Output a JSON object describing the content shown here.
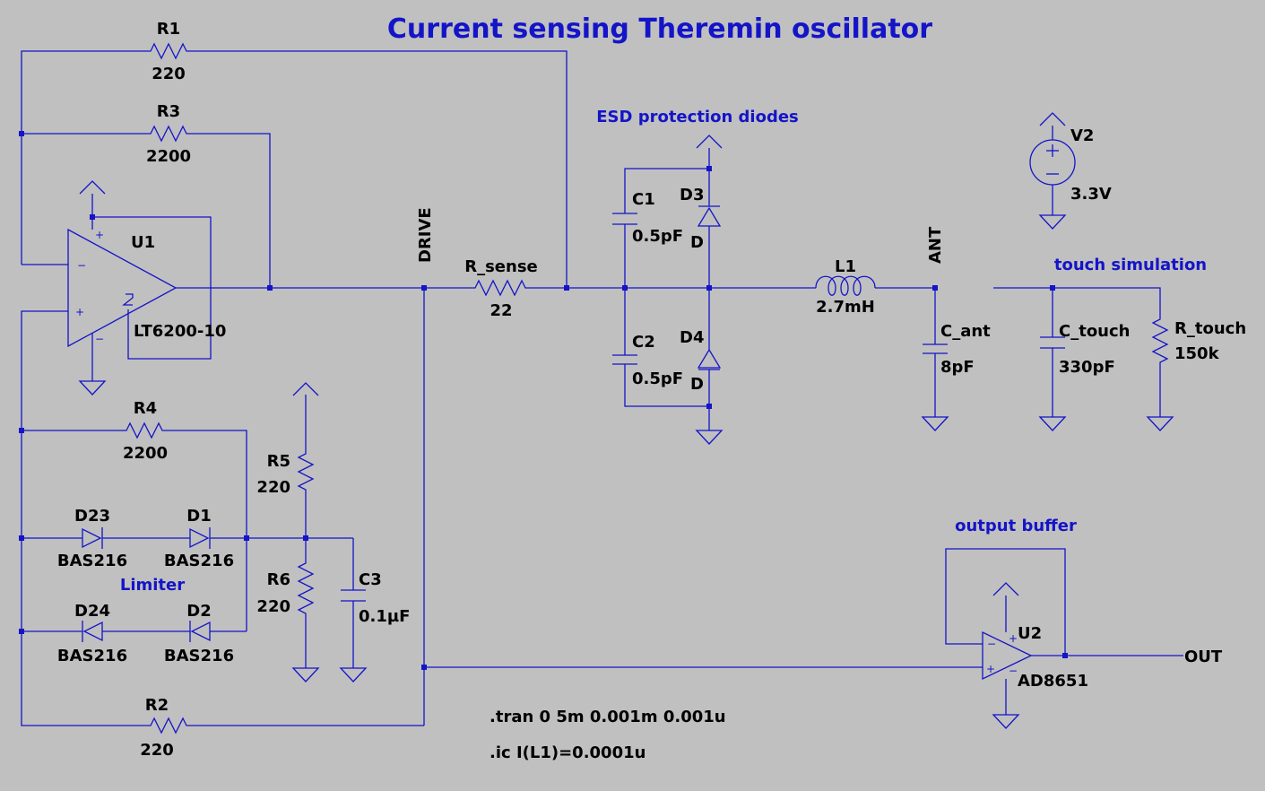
{
  "title": "Current sensing Theremin oscillator",
  "colors": {
    "background": "#c0c0c0",
    "wire": "#1414c8",
    "comment": "#1414c8",
    "label": "#000000"
  },
  "comments": {
    "esd": "ESD protection diodes",
    "touch": "touch simulation",
    "limiter": "Limiter",
    "buffer": "output buffer"
  },
  "directives": {
    "tran": ".tran 0 5m 0.001m 0.001u",
    "ic": ".ic I(L1)=0.0001u"
  },
  "nets": {
    "drive": "DRIVE",
    "ant": "ANT",
    "out": "OUT"
  },
  "components": {
    "R1": {
      "name": "R1",
      "value": "220"
    },
    "R3": {
      "name": "R3",
      "value": "2200"
    },
    "R4": {
      "name": "R4",
      "value": "2200"
    },
    "R2": {
      "name": "R2",
      "value": "220"
    },
    "R5": {
      "name": "R5",
      "value": "220"
    },
    "R6": {
      "name": "R6",
      "value": "220"
    },
    "Rsense": {
      "name": "R_sense",
      "value": "22"
    },
    "Rtouch": {
      "name": "R_touch",
      "value": "150k"
    },
    "C1": {
      "name": "C1",
      "value": "0.5pF"
    },
    "C2": {
      "name": "C2",
      "value": "0.5pF"
    },
    "C3": {
      "name": "C3",
      "value": "0.1µF"
    },
    "Cant": {
      "name": "C_ant",
      "value": "8pF"
    },
    "Ctouch": {
      "name": "C_touch",
      "value": "330pF"
    },
    "L1": {
      "name": "L1",
      "value": "2.7mH"
    },
    "D1": {
      "name": "D1",
      "value": "BAS216"
    },
    "D2": {
      "name": "D2",
      "value": "BAS216"
    },
    "D23": {
      "name": "D23",
      "value": "BAS216"
    },
    "D24": {
      "name": "D24",
      "value": "BAS216"
    },
    "D3": {
      "name": "D3",
      "value": "D"
    },
    "D4": {
      "name": "D4",
      "value": "D"
    },
    "U1": {
      "name": "U1",
      "value": "LT6200-10"
    },
    "U2": {
      "name": "U2",
      "value": "AD8651"
    },
    "V2": {
      "name": "V2",
      "value": "3.3V"
    }
  }
}
